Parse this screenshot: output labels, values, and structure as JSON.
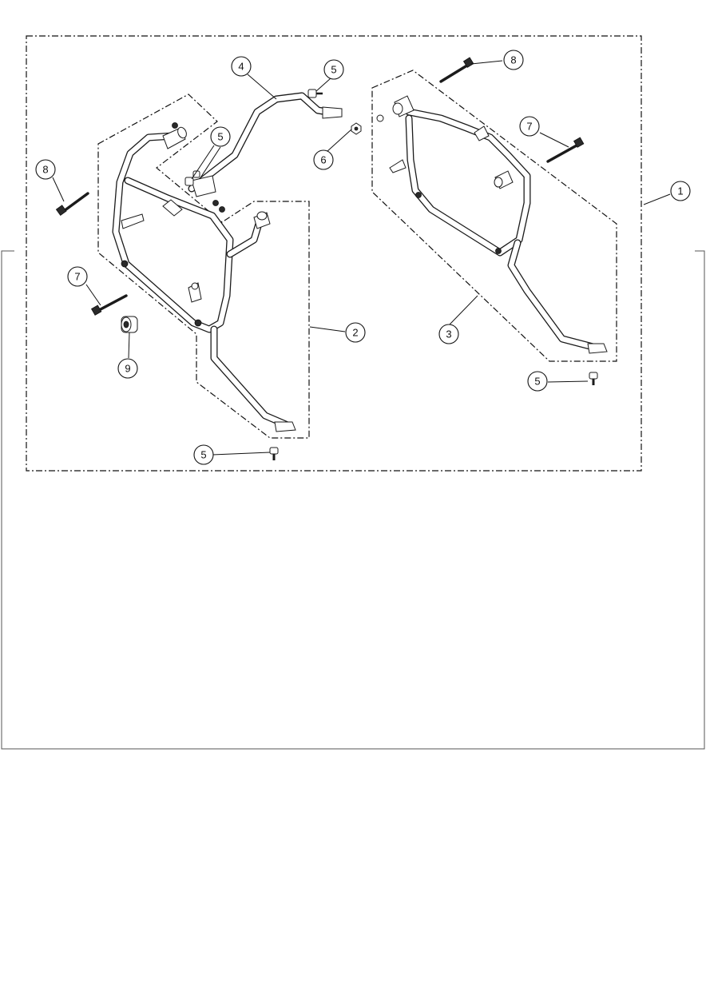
{
  "figure": {
    "callouts": [
      {
        "id": "c1",
        "label": "1"
      },
      {
        "id": "c2",
        "label": "2"
      },
      {
        "id": "c3",
        "label": "3"
      },
      {
        "id": "c4",
        "label": "4"
      },
      {
        "id": "c5a",
        "label": "5"
      },
      {
        "id": "c5b",
        "label": "5"
      },
      {
        "id": "c5c",
        "label": "5"
      },
      {
        "id": "c5d",
        "label": "5"
      },
      {
        "id": "c6",
        "label": "6"
      },
      {
        "id": "c7a",
        "label": "7"
      },
      {
        "id": "c7b",
        "label": "7"
      },
      {
        "id": "c8a",
        "label": "8"
      },
      {
        "id": "c8b",
        "label": "8"
      },
      {
        "id": "c9",
        "label": "9"
      }
    ],
    "colors": {
      "line": "#1b1b1b",
      "background": "#ffffff",
      "frame": "#555555"
    }
  }
}
